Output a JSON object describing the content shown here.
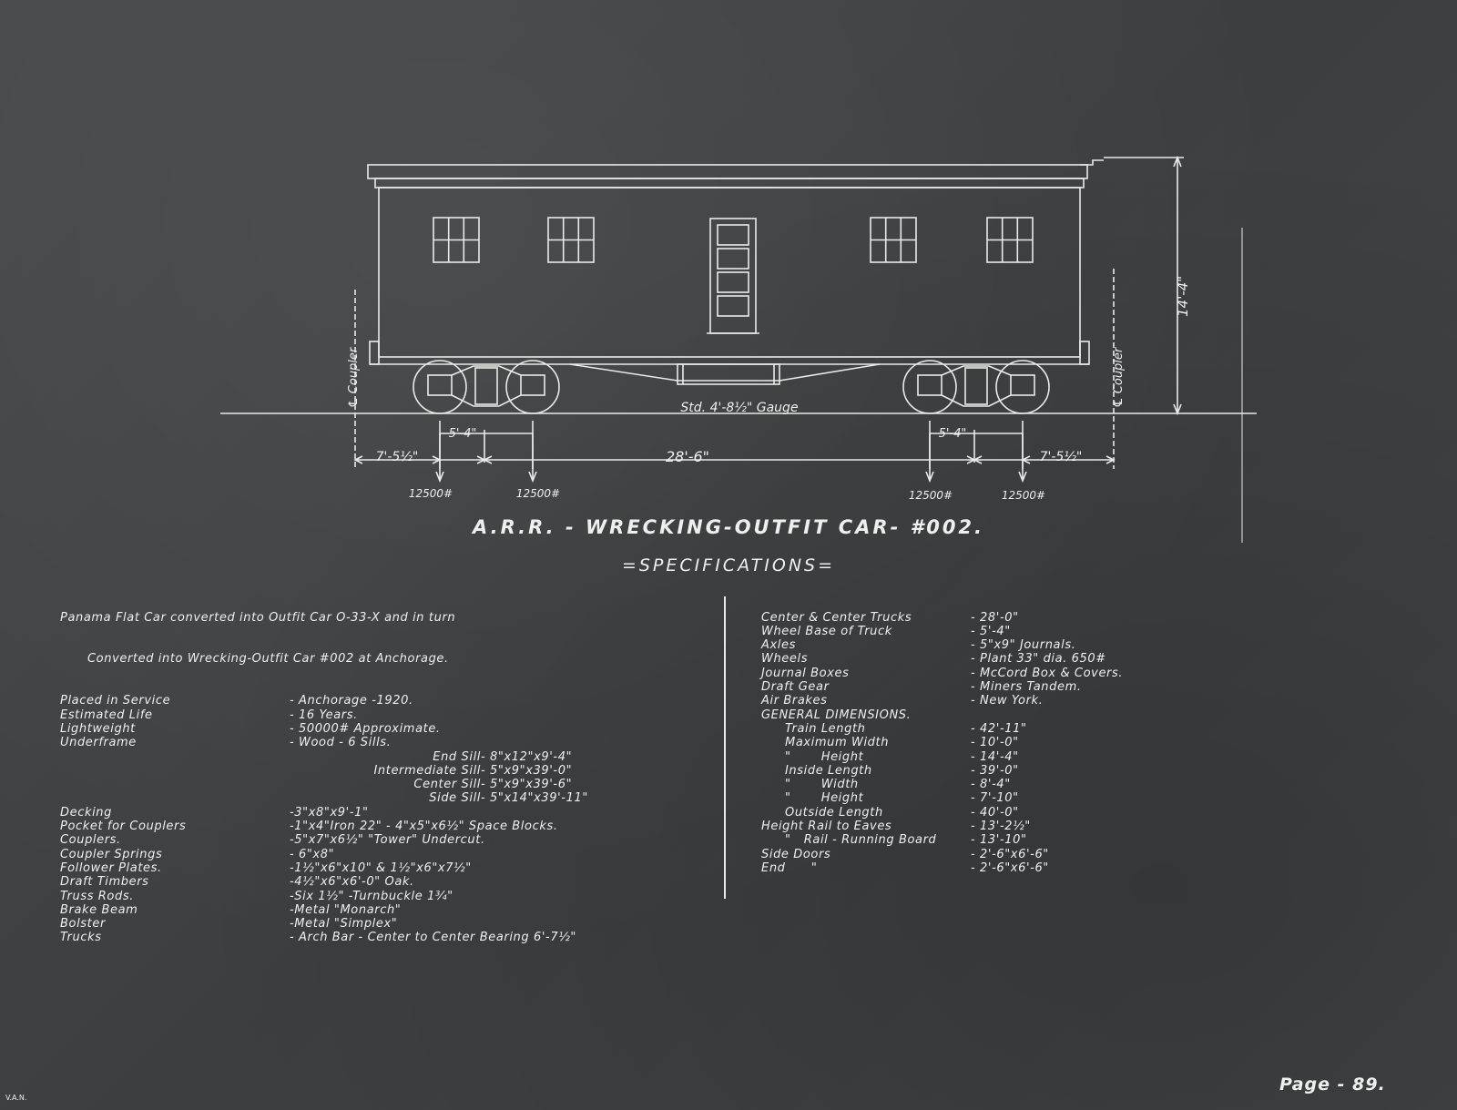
{
  "title": "A.R.R. - WRECKING-OUTFIT CAR- #002.",
  "subtitle": "=SPECIFICATIONS=",
  "dimensions": {
    "overall_height": "14'-4\"",
    "gauge": "Std. 4'-8½\" Gauge",
    "coupler_left": "℄ Coupler",
    "coupler_right": "℄ Coupler",
    "end_left": "7'-5½\"",
    "wheel_base_left": "5'-4\"",
    "centers": "28'-6\"",
    "wheel_base_right": "5'-4\"",
    "end_right": "7'-5½\"",
    "load_1": "12500#",
    "load_2": "12500#",
    "load_3": "12500#",
    "load_4": "12500#"
  },
  "intro": [
    "Panama Flat Car converted into Outfit Car O-33-X and in turn",
    "Converted into Wrecking-Outfit Car #002 at Anchorage."
  ],
  "specs_left": [
    {
      "label": "Placed in Service",
      "value": "- Anchorage -1920."
    },
    {
      "label": "Estimated Life",
      "value": "- 16 Years."
    },
    {
      "label": "Lightweight",
      "value": "- 50000# Approximate."
    },
    {
      "label": "Underframe",
      "value": "- Wood - 6 Sills."
    },
    {
      "label": "End Sill",
      "value": "- 8\"x12\"x9'-4\"",
      "sub": true
    },
    {
      "label": "Intermediate Sill",
      "value": "- 5\"x9\"x39'-0\"",
      "sub": true
    },
    {
      "label": "Center Sill",
      "value": "- 5\"x9\"x39'-6\"",
      "sub": true
    },
    {
      "label": "Side Sill",
      "value": "- 5\"x14\"x39'-11\"",
      "sub": true
    },
    {
      "label": "Decking",
      "value": "-3\"x8\"x9'-1\""
    },
    {
      "label": "Pocket for Couplers",
      "value": "-1\"x4\"Iron 22\" - 4\"x5\"x6½\" Space Blocks."
    },
    {
      "label": "Couplers.",
      "value": "-5\"x7\"x6½\" \"Tower\" Undercut."
    },
    {
      "label": "Coupler Springs",
      "value": "- 6\"x8\""
    },
    {
      "label": "Follower Plates.",
      "value": "-1½\"x6\"x10\" & 1½\"x6\"x7½\""
    },
    {
      "label": "Draft Timbers",
      "value": "-4½\"x6\"x6'-0\" Oak."
    },
    {
      "label": "Truss Rods.",
      "value": "-Six 1½\" -Turnbuckle 1¾\""
    },
    {
      "label": "Brake Beam",
      "value": "-Metal \"Monarch\""
    },
    {
      "label": "Bolster",
      "value": "-Metal \"Simplex\""
    },
    {
      "label": "Trucks",
      "value": "- Arch Bar - Center to Center Bearing 6'-7½\""
    }
  ],
  "specs_right": [
    {
      "label": "Center & Center Trucks",
      "value": "- 28'-0\""
    },
    {
      "label": "Wheel Base of Truck",
      "value": "- 5'-4\""
    },
    {
      "label": "Axles",
      "value": "- 5\"x9\" Journals."
    },
    {
      "label": "Wheels",
      "value": "- Plant 33\" dia. 650#"
    },
    {
      "label": "Journal Boxes",
      "value": "- McCord Box & Covers."
    },
    {
      "label": "Draft Gear",
      "value": "- Miners Tandem."
    },
    {
      "label": "Air Brakes",
      "value": "- New York."
    },
    {
      "label": "GENERAL DIMENSIONS.",
      "value": ""
    },
    {
      "label": "Train Length",
      "value": "- 42'-11\"",
      "sub": true
    },
    {
      "label": "Maximum Width",
      "value": "- 10'-0\"",
      "sub": true
    },
    {
      "label": "\"       Height",
      "value": "- 14'-4\"",
      "sub": true
    },
    {
      "label": "Inside Length",
      "value": "- 39'-0\"",
      "sub": true
    },
    {
      "label": "\"       Width",
      "value": "- 8'-4\"",
      "sub": true
    },
    {
      "label": "\"       Height",
      "value": "- 7'-10\"",
      "sub": true
    },
    {
      "label": "Outside Length",
      "value": "- 40'-0\"",
      "sub": true
    },
    {
      "label": "Height Rail to Eaves",
      "value": "- 13'-2½\""
    },
    {
      "label": "\"   Rail - Running Board",
      "value": "- 13'-10\"",
      "sub": true
    },
    {
      "label": "Side Doors",
      "value": "- 2'-6\"x6'-6\""
    },
    {
      "label": "End      \"",
      "value": "- 2'-6\"x6'-6\""
    }
  ],
  "page_number": "Page - 89.",
  "drafter_initials": "V.A.N."
}
